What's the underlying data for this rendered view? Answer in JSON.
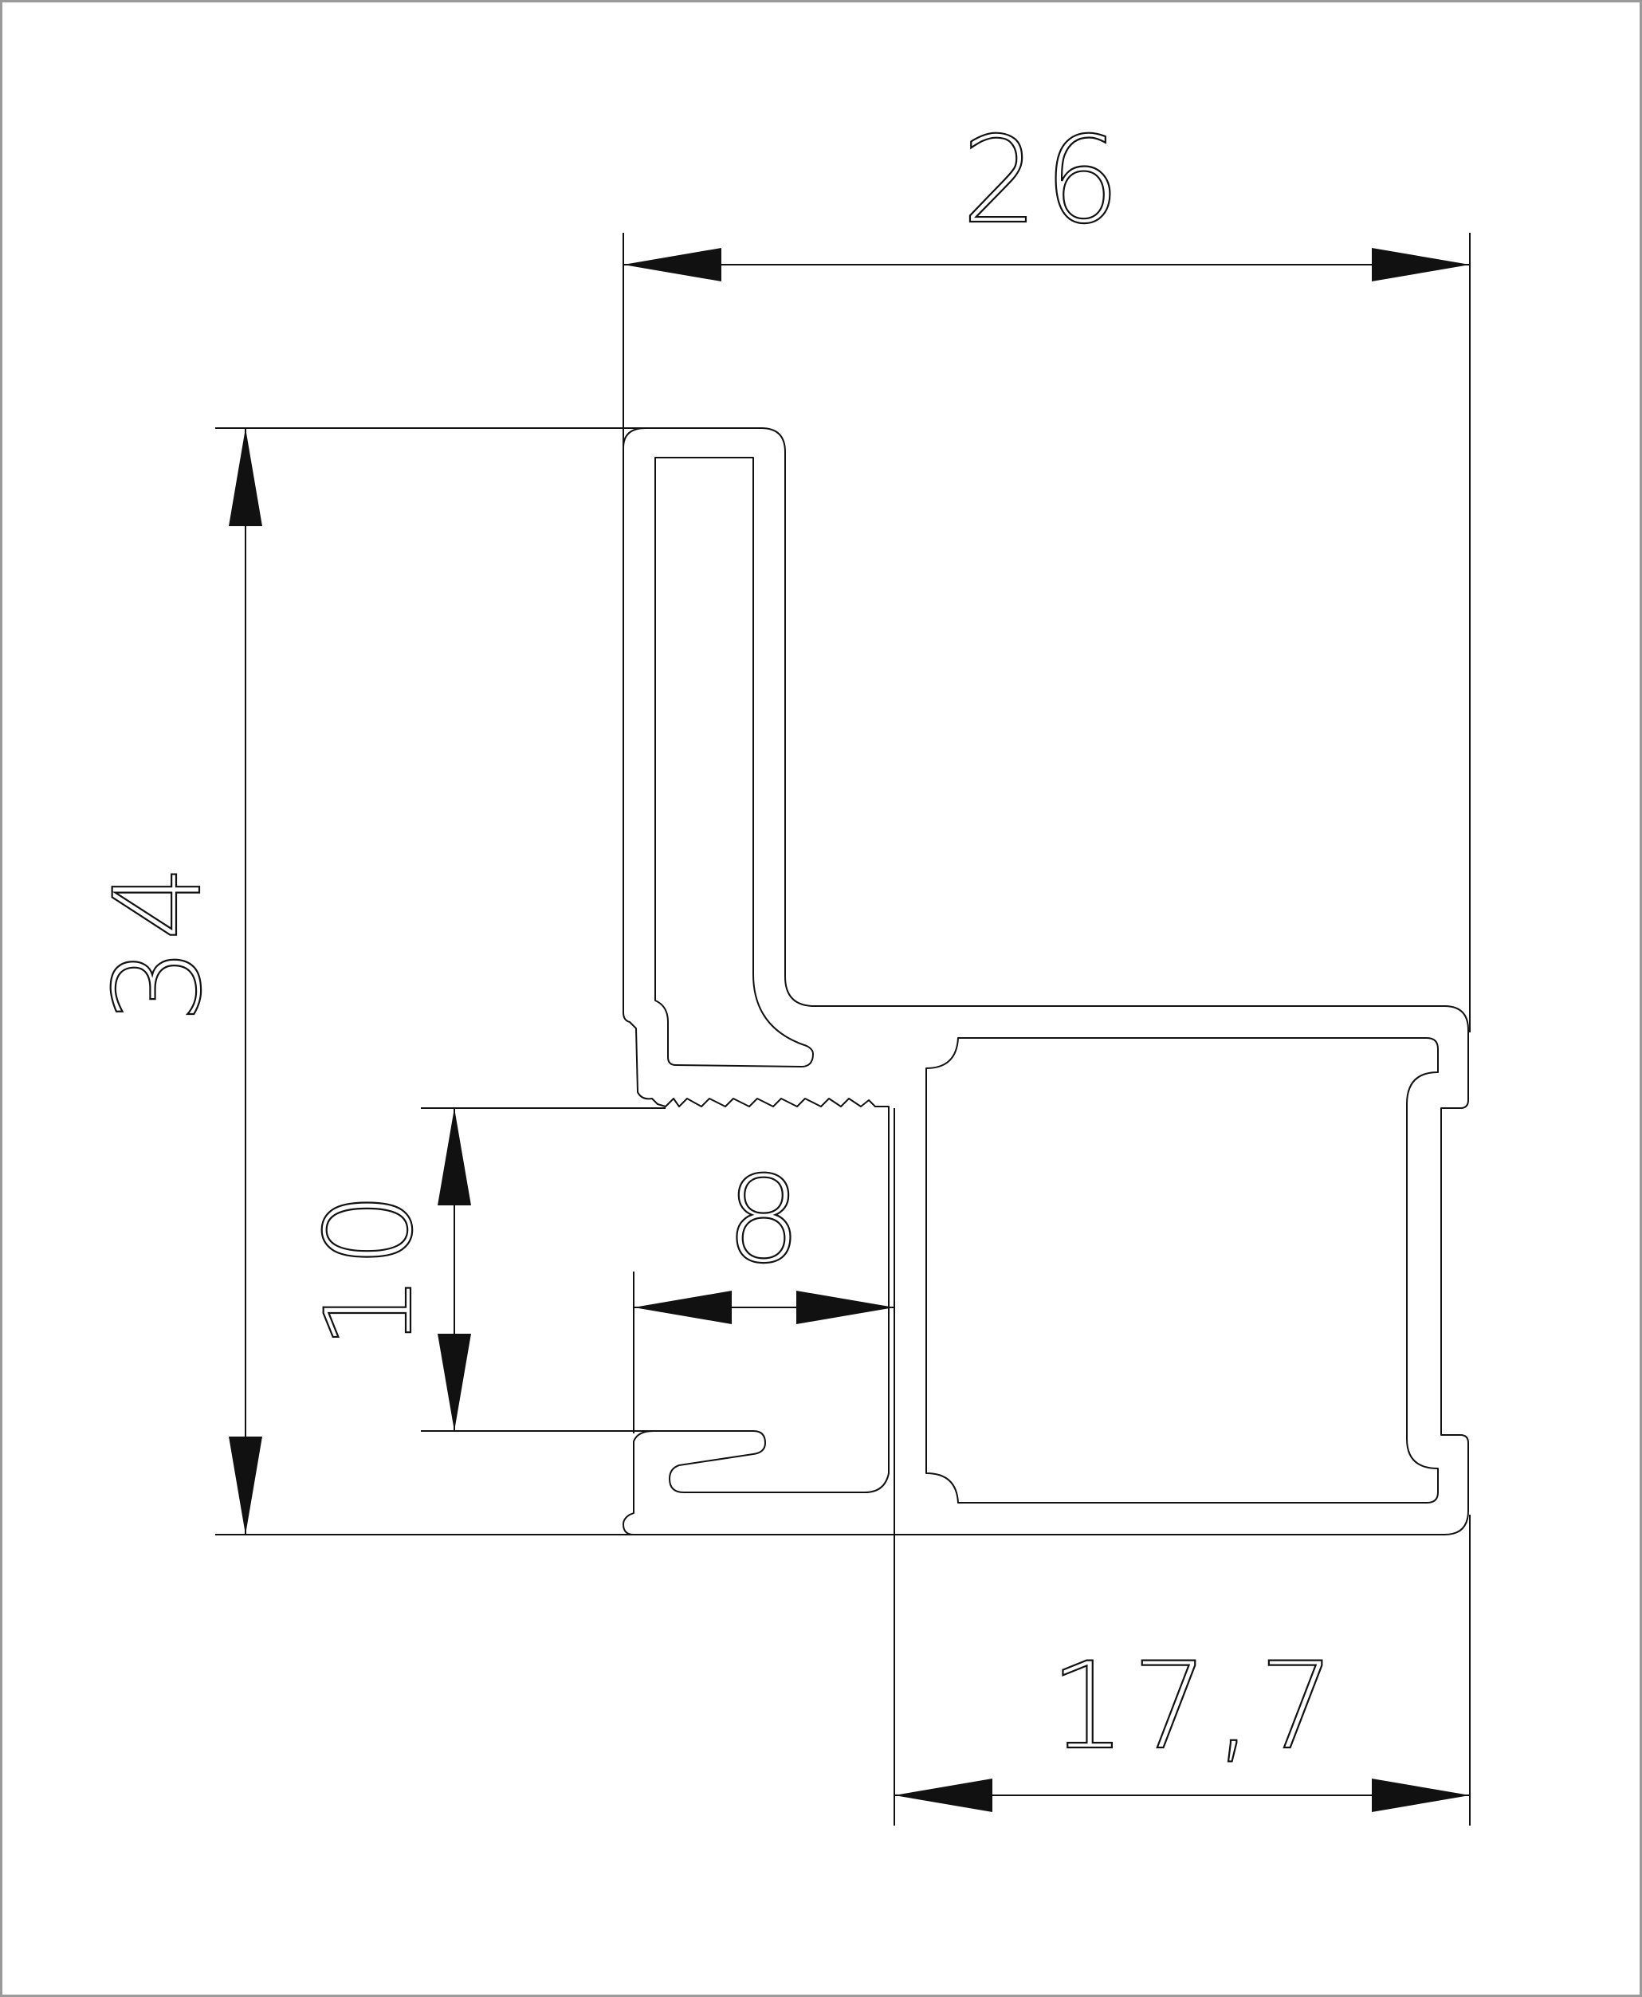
{
  "drawing": {
    "dimensions": {
      "total_width": "26",
      "total_height": "34",
      "slot_height": "10",
      "slot_width": "8",
      "chamber_width": "17,7"
    }
  }
}
